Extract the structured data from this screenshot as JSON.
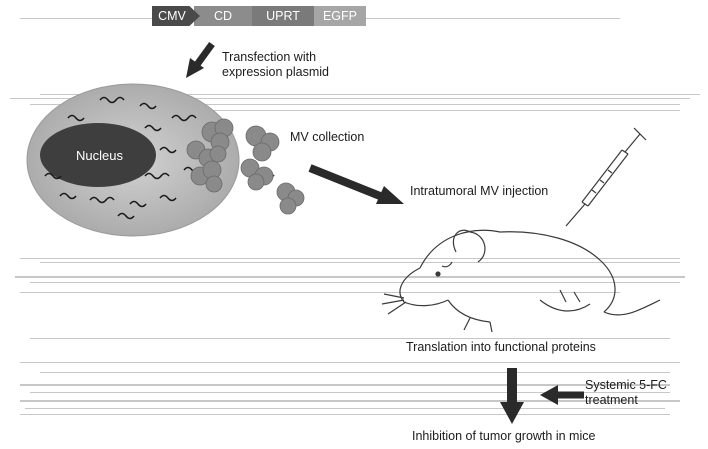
{
  "plasmid": {
    "segments": [
      "CMV",
      "CD",
      "UPRT",
      "EGFP"
    ]
  },
  "labels": {
    "transfection": "Transfection with\nexpression plasmid",
    "transfection_line1": "Transfection with",
    "transfection_line2": "expression plasmid",
    "nucleus": "Nucleus",
    "mv_collection": "MV collection",
    "injection": "Intratumoral MV injection",
    "translation": "Translation into functional proteins",
    "systemic_line1": "Systemic 5-FC",
    "systemic_line2": "treatment",
    "inhibition": "Inhibition of tumor growth in mice"
  },
  "colors": {
    "cell": "#b9b9b9",
    "nucleus": "#3e3e3e",
    "vesicle": "#8a8a8a",
    "arrow": "#2a2a2a"
  }
}
